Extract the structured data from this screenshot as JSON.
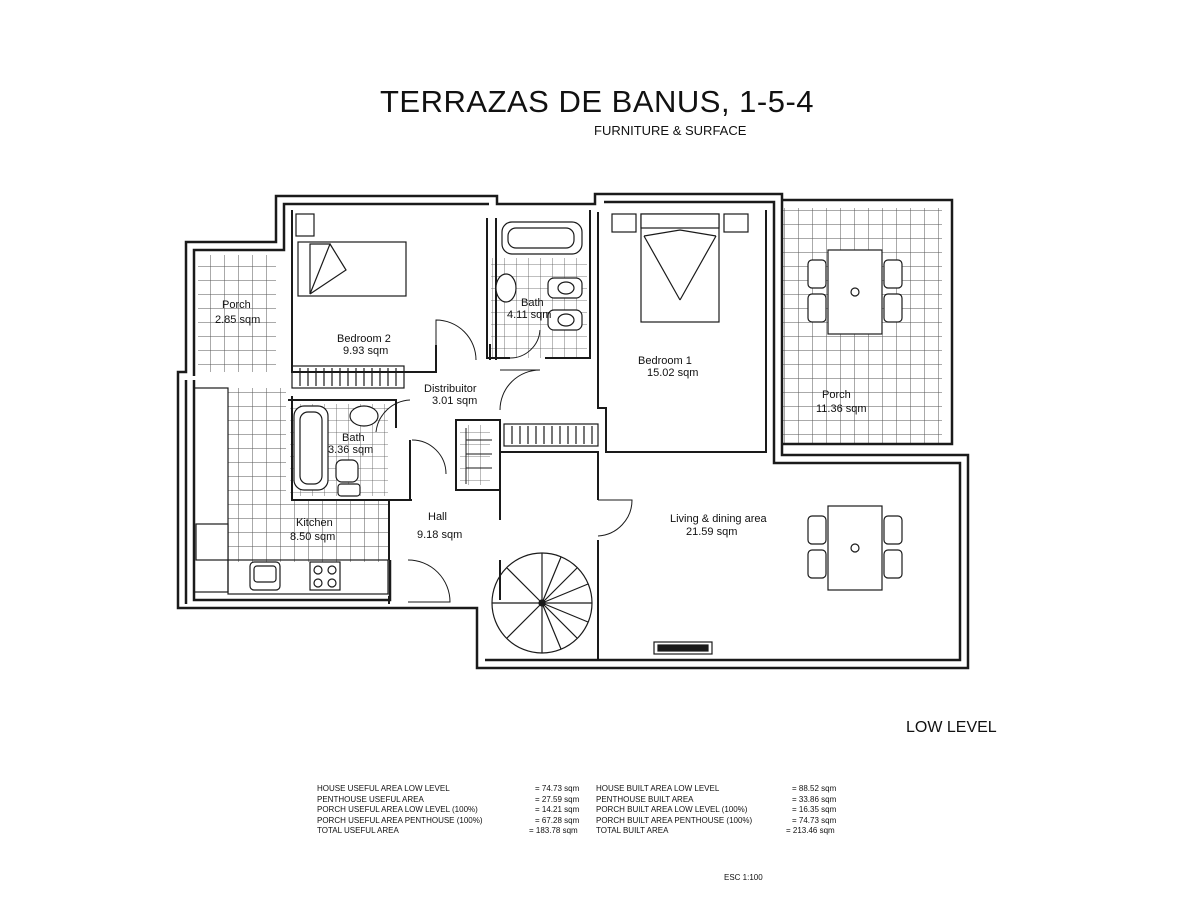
{
  "header": {
    "title": "TERRAZAS DE BANUS, 1-5-4",
    "subtitle": "FURNITURE & SURFACE"
  },
  "rooms": {
    "porch_left": {
      "name": "Porch",
      "area": "2.85 sqm"
    },
    "bedroom2": {
      "name": "Bedroom 2",
      "area": "9.93 sqm"
    },
    "bath_top": {
      "name": "Bath",
      "area": "4.11 sqm"
    },
    "bedroom1": {
      "name": "Bedroom 1",
      "area": "15.02 sqm"
    },
    "porch_right": {
      "name": "Porch",
      "area": "11.36 sqm"
    },
    "distributor": {
      "name": "Distribuitor",
      "area": "3.01 sqm"
    },
    "bath_mid": {
      "name": "Bath",
      "area": "3.36 sqm"
    },
    "kitchen": {
      "name": "Kitchen",
      "area": "8.50 sqm"
    },
    "hall": {
      "name": "Hall",
      "area": "9.18 sqm"
    },
    "living": {
      "name": "Living & dining area",
      "area": "21.59 sqm"
    }
  },
  "level_label": "LOW LEVEL",
  "useful_areas": [
    {
      "label": "HOUSE USEFUL AREA LOW LEVEL",
      "value": "= 74.73 sqm"
    },
    {
      "label": "PENTHOUSE USEFUL AREA",
      "value": "= 27.59 sqm"
    },
    {
      "label": "PORCH USEFUL AREA LOW LEVEL (100%)",
      "value": "= 14.21 sqm"
    },
    {
      "label": "PORCH USEFUL AREA PENTHOUSE (100%)",
      "value": "= 67.28 sqm"
    },
    {
      "label": "TOTAL USEFUL AREA",
      "value": "= 183.78 sqm"
    }
  ],
  "built_areas": [
    {
      "label": "HOUSE BUILT AREA  LOW LEVEL",
      "value": "= 88.52 sqm"
    },
    {
      "label": "PENTHOUSE BUILT AREA",
      "value": "= 33.86 sqm"
    },
    {
      "label": "PORCH BUILT AREA LOW LEVEL (100%)",
      "value": "= 16.35 sqm"
    },
    {
      "label": "PORCH BUILT AREA PENTHOUSE (100%)",
      "value": "= 74.73 sqm"
    },
    {
      "label": "TOTAL BUILT AREA",
      "value": "= 213.46 sqm"
    }
  ],
  "scale_label": "ESC  1:100",
  "colors": {
    "wall": "#1a1a1a",
    "tile": "#555555",
    "background": "#ffffff"
  }
}
